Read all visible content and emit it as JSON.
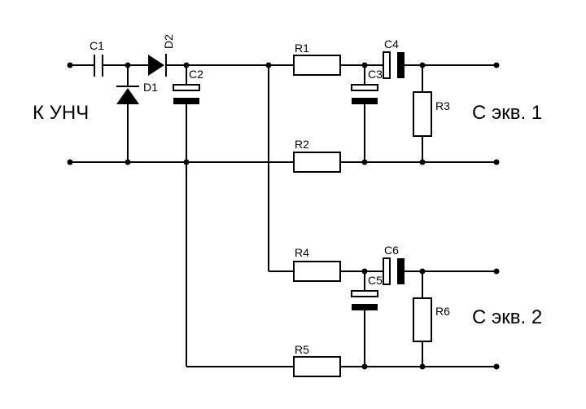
{
  "labels": {
    "input": "К УНЧ",
    "output_1": "С экв. 1",
    "output_2": "С экв. 2"
  },
  "components": {
    "c1": "C1",
    "c2": "C2",
    "c3": "C3",
    "c4": "C4",
    "c5": "C5",
    "c6": "C6",
    "d1": "D1",
    "d2": "D2",
    "r1": "R1",
    "r2": "R2",
    "r3": "R3",
    "r4": "R4",
    "r5": "R5",
    "r6": "R6"
  }
}
